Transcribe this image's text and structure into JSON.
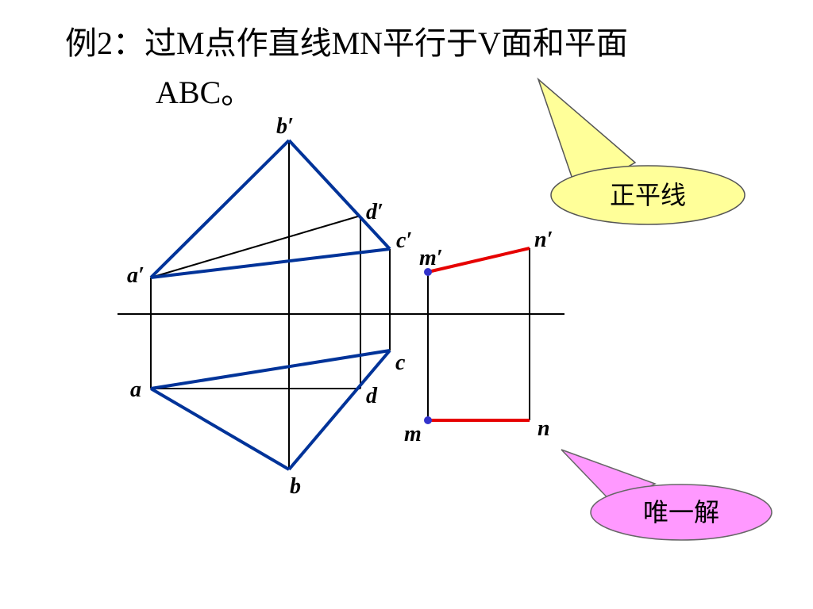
{
  "title": {
    "line1": "例2：过M点作直线MN平行于V面和平面",
    "line2": "ABC。"
  },
  "callouts": [
    {
      "text": "正平线",
      "fill": "#ffff99",
      "stroke": "#555555"
    },
    {
      "text": "唯一解",
      "fill": "#ff99ff",
      "stroke": "#666666"
    }
  ],
  "point_labels": {
    "b_prime": "b′",
    "d_prime": "d′",
    "c_prime": "c′",
    "a_prime": "a′",
    "m_prime": "m′",
    "n_prime": "n′",
    "a": "a",
    "b": "b",
    "c": "c",
    "d": "d",
    "m": "m",
    "n": "n"
  },
  "colors": {
    "triangle": "#003399",
    "mn_line": "#e60000",
    "point": "#3333cc",
    "construction": "#000000"
  }
}
